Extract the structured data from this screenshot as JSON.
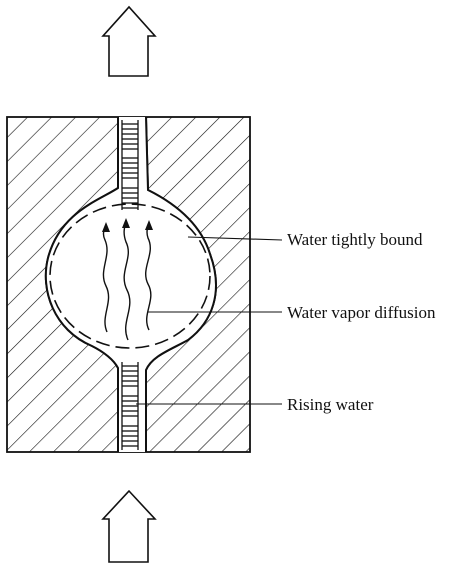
{
  "labels": {
    "water_tightly_bound": "Water tightly bound",
    "water_vapor_diffusion": "Water vapor diffusion",
    "rising_water": "Rising water"
  },
  "colors": {
    "stroke": "#111111",
    "background": "#ffffff"
  }
}
